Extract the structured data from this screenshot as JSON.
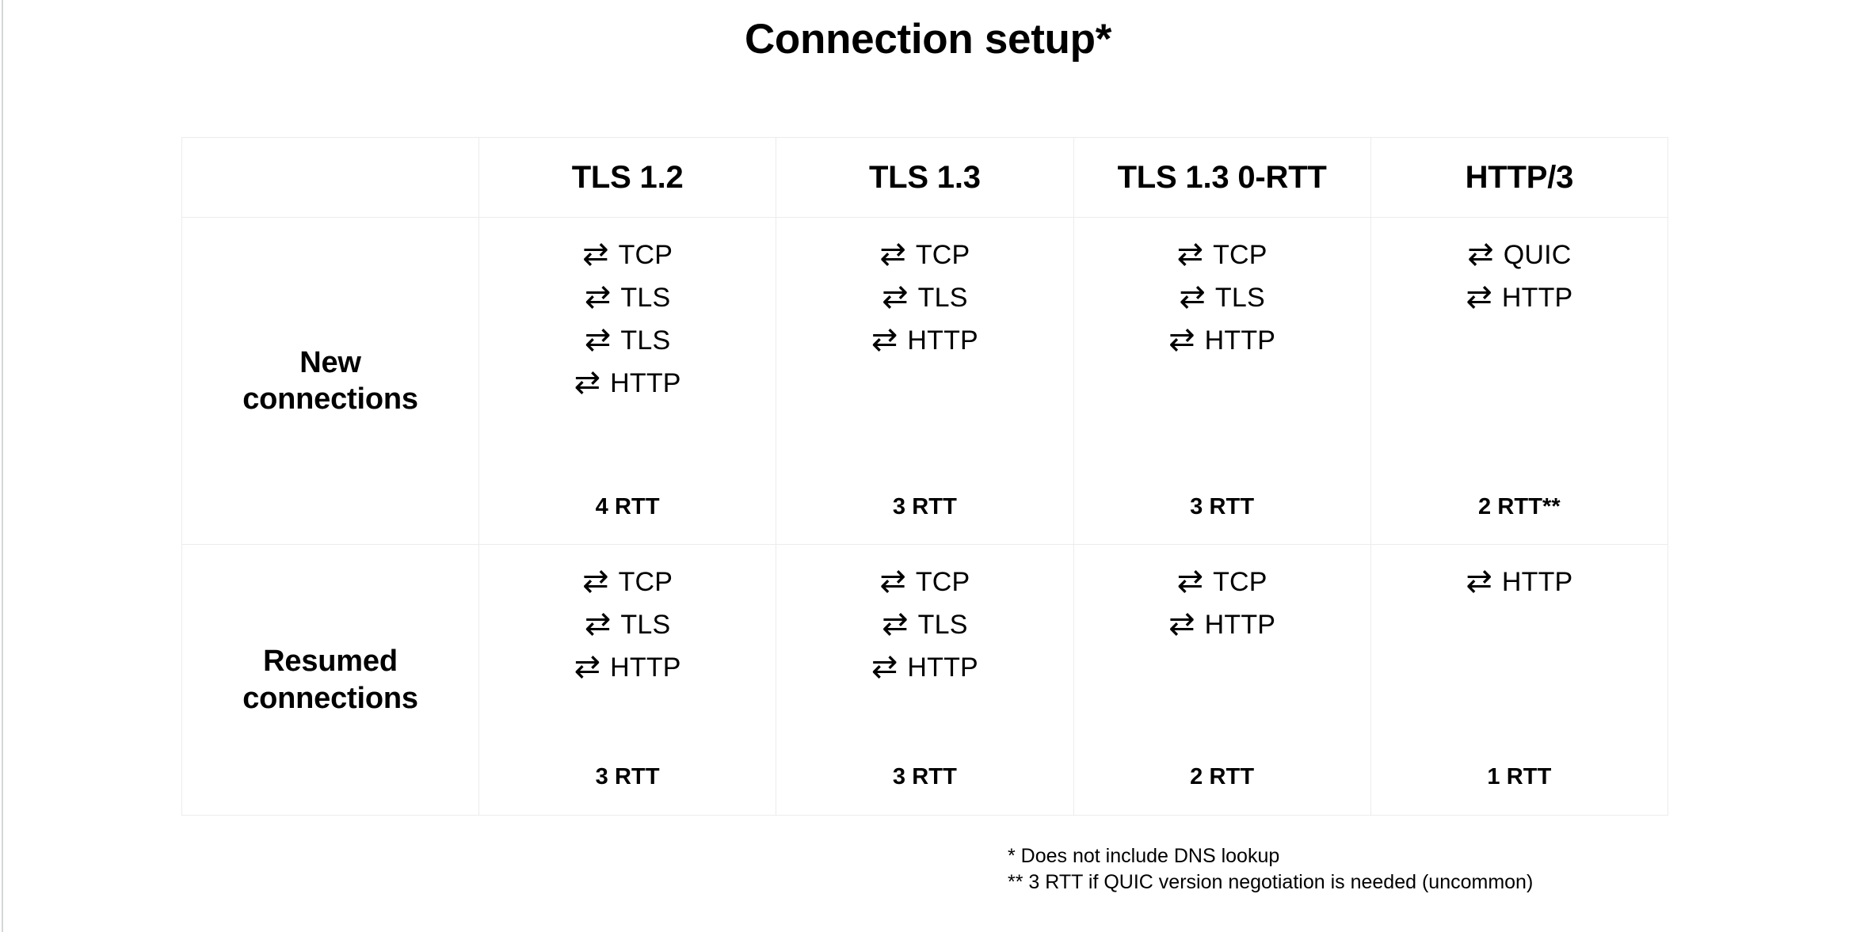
{
  "title": "Connection setup*",
  "table": {
    "corner_label": "",
    "column_headers": [
      "TLS 1.2",
      "TLS 1.3",
      "TLS 1.3 0-RTT",
      "HTTP/3"
    ],
    "arrow_glyph": "⇄",
    "arrow_icon_name": "bidirectional-arrow-icon",
    "rows": [
      {
        "label": "New\nconnections",
        "label_line1": "New",
        "label_line2": "connections",
        "cells": [
          {
            "steps": [
              "TCP",
              "TLS",
              "TLS",
              "HTTP"
            ],
            "rtt": "4 RTT"
          },
          {
            "steps": [
              "TCP",
              "TLS",
              "HTTP"
            ],
            "rtt": "3 RTT"
          },
          {
            "steps": [
              "TCP",
              "TLS",
              "HTTP"
            ],
            "rtt": "3 RTT"
          },
          {
            "steps": [
              "QUIC",
              "HTTP"
            ],
            "rtt": "2 RTT**"
          }
        ]
      },
      {
        "label": "Resumed\nconnections",
        "label_line1": "Resumed",
        "label_line2": "connections",
        "cells": [
          {
            "steps": [
              "TCP",
              "TLS",
              "HTTP"
            ],
            "rtt": "3 RTT"
          },
          {
            "steps": [
              "TCP",
              "TLS",
              "HTTP"
            ],
            "rtt": "3 RTT"
          },
          {
            "steps": [
              "TCP",
              "HTTP"
            ],
            "rtt": "2 RTT"
          },
          {
            "steps": [
              "HTTP"
            ],
            "rtt": "1 RTT"
          }
        ]
      }
    ]
  },
  "footnotes": [
    "* Does not include DNS lookup",
    "** 3 RTT if QUIC version negotiation is needed (uncommon)"
  ],
  "colors": {
    "background": "#ffffff",
    "text": "#000000",
    "table_border": "#ececec",
    "slide_edge": "#d4d6d8"
  }
}
